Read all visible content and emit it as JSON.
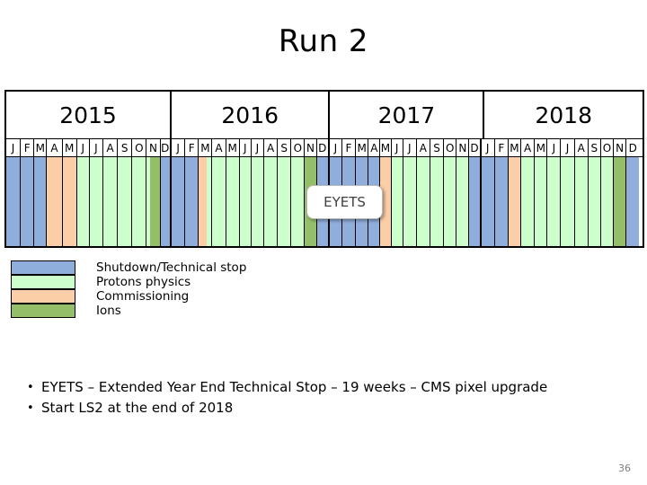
{
  "slide": {
    "title": "Run 2",
    "page_number": "36"
  },
  "timeline": {
    "years": [
      {
        "label": "2015",
        "width_pct": 26.0
      },
      {
        "label": "2016",
        "width_pct": 24.9
      },
      {
        "label": "2017",
        "width_pct": 24.3
      },
      {
        "label": "2018",
        "width_pct": 24.8
      }
    ],
    "months": [
      {
        "label": "J",
        "width_pct": 2.28
      },
      {
        "label": "F",
        "width_pct": 2.14
      },
      {
        "label": "M",
        "width_pct": 2.0
      },
      {
        "label": "A",
        "width_pct": 2.42
      },
      {
        "label": "M",
        "width_pct": 2.28
      },
      {
        "label": "J",
        "width_pct": 2.0
      },
      {
        "label": "J",
        "width_pct": 2.14
      },
      {
        "label": "A",
        "width_pct": 2.28
      },
      {
        "label": "S",
        "width_pct": 2.28
      },
      {
        "label": "O",
        "width_pct": 2.28
      },
      {
        "label": "N",
        "width_pct": 2.14
      },
      {
        "label": "D",
        "width_pct": 1.76
      },
      {
        "label": "J",
        "width_pct": 2.14
      },
      {
        "label": "F",
        "width_pct": 2.14
      },
      {
        "label": "M",
        "width_pct": 2.14
      },
      {
        "label": "A",
        "width_pct": 2.14
      },
      {
        "label": "M",
        "width_pct": 2.14
      },
      {
        "label": "J",
        "width_pct": 1.86
      },
      {
        "label": "J",
        "width_pct": 2.0
      },
      {
        "label": "A",
        "width_pct": 2.14
      },
      {
        "label": "S",
        "width_pct": 2.14
      },
      {
        "label": "O",
        "width_pct": 2.14
      },
      {
        "label": "N",
        "width_pct": 1.86
      },
      {
        "label": "D",
        "width_pct": 2.0
      },
      {
        "label": "J",
        "width_pct": 2.0
      },
      {
        "label": "F",
        "width_pct": 2.14
      },
      {
        "label": "M",
        "width_pct": 2.0
      },
      {
        "label": "A",
        "width_pct": 1.86
      },
      {
        "label": "M",
        "width_pct": 1.72
      },
      {
        "label": "J",
        "width_pct": 1.86
      },
      {
        "label": "J",
        "width_pct": 2.14
      },
      {
        "label": "A",
        "width_pct": 2.14
      },
      {
        "label": "S",
        "width_pct": 2.14
      },
      {
        "label": "O",
        "width_pct": 2.0
      },
      {
        "label": "N",
        "width_pct": 2.0
      },
      {
        "label": "D",
        "width_pct": 1.86
      },
      {
        "label": "J",
        "width_pct": 2.14
      },
      {
        "label": "F",
        "width_pct": 2.14
      },
      {
        "label": "M",
        "width_pct": 2.0
      },
      {
        "label": "A",
        "width_pct": 2.14
      },
      {
        "label": "M",
        "width_pct": 2.0
      },
      {
        "label": "J",
        "width_pct": 2.14
      },
      {
        "label": "J",
        "width_pct": 2.14
      },
      {
        "label": "A",
        "width_pct": 2.14
      },
      {
        "label": "S",
        "width_pct": 2.0
      },
      {
        "label": "O",
        "width_pct": 2.0
      },
      {
        "label": "N",
        "width_pct": 2.0
      },
      {
        "label": "D",
        "width_pct": 2.0
      }
    ],
    "bars": [
      {
        "month": "2015-J",
        "segments": [
          {
            "activity": "shutdown",
            "pct": 100
          }
        ]
      },
      {
        "month": "2015-F",
        "segments": [
          {
            "activity": "shutdown",
            "pct": 100
          }
        ]
      },
      {
        "month": "2015-M",
        "segments": [
          {
            "activity": "shutdown",
            "pct": 100
          }
        ]
      },
      {
        "month": "2015-A",
        "segments": [
          {
            "activity": "commissioning",
            "pct": 100
          }
        ]
      },
      {
        "month": "2015-M",
        "segments": [
          {
            "activity": "commissioning",
            "pct": 100
          }
        ]
      },
      {
        "month": "2015-J",
        "segments": [
          {
            "activity": "protons",
            "pct": 100
          }
        ]
      },
      {
        "month": "2015-J",
        "segments": [
          {
            "activity": "protons",
            "pct": 100
          }
        ]
      },
      {
        "month": "2015-A",
        "segments": [
          {
            "activity": "protons",
            "pct": 100
          }
        ]
      },
      {
        "month": "2015-S",
        "segments": [
          {
            "activity": "protons",
            "pct": 100
          }
        ]
      },
      {
        "month": "2015-O",
        "segments": [
          {
            "activity": "protons",
            "pct": 100
          }
        ]
      },
      {
        "month": "2015-N",
        "segments": [
          {
            "activity": "protons",
            "pct": 22
          },
          {
            "activity": "ions",
            "pct": 78
          }
        ]
      },
      {
        "month": "2015-D",
        "segments": [
          {
            "activity": "shutdown",
            "pct": 100
          }
        ]
      },
      {
        "month": "2016-J",
        "segments": [
          {
            "activity": "shutdown",
            "pct": 100
          }
        ]
      },
      {
        "month": "2016-F",
        "segments": [
          {
            "activity": "shutdown",
            "pct": 100
          }
        ]
      },
      {
        "month": "2016-M",
        "segments": [
          {
            "activity": "commissioning",
            "pct": 62
          },
          {
            "activity": "protons",
            "pct": 38
          }
        ]
      },
      {
        "month": "2016-A",
        "segments": [
          {
            "activity": "protons",
            "pct": 100
          }
        ]
      },
      {
        "month": "2016-M",
        "segments": [
          {
            "activity": "protons",
            "pct": 100
          }
        ]
      },
      {
        "month": "2016-J",
        "segments": [
          {
            "activity": "protons",
            "pct": 100
          }
        ]
      },
      {
        "month": "2016-J",
        "segments": [
          {
            "activity": "protons",
            "pct": 100
          }
        ]
      },
      {
        "month": "2016-A",
        "segments": [
          {
            "activity": "protons",
            "pct": 100
          }
        ]
      },
      {
        "month": "2016-S",
        "segments": [
          {
            "activity": "protons",
            "pct": 100
          }
        ]
      },
      {
        "month": "2016-O",
        "segments": [
          {
            "activity": "protons",
            "pct": 100
          }
        ]
      },
      {
        "month": "2016-N",
        "segments": [
          {
            "activity": "ions",
            "pct": 100
          }
        ]
      },
      {
        "month": "2016-D",
        "segments": [
          {
            "activity": "shutdown",
            "pct": 100
          }
        ]
      },
      {
        "month": "2017-J",
        "segments": [
          {
            "activity": "shutdown",
            "pct": 100
          }
        ]
      },
      {
        "month": "2017-F",
        "segments": [
          {
            "activity": "shutdown",
            "pct": 100
          }
        ]
      },
      {
        "month": "2017-M",
        "segments": [
          {
            "activity": "shutdown",
            "pct": 100
          }
        ]
      },
      {
        "month": "2017-A",
        "segments": [
          {
            "activity": "shutdown",
            "pct": 100
          }
        ]
      },
      {
        "month": "2017-M",
        "segments": [
          {
            "activity": "commissioning",
            "pct": 100
          }
        ]
      },
      {
        "month": "2017-J",
        "segments": [
          {
            "activity": "protons",
            "pct": 100
          }
        ]
      },
      {
        "month": "2017-J",
        "segments": [
          {
            "activity": "protons",
            "pct": 100
          }
        ]
      },
      {
        "month": "2017-A",
        "segments": [
          {
            "activity": "protons",
            "pct": 100
          }
        ]
      },
      {
        "month": "2017-S",
        "segments": [
          {
            "activity": "protons",
            "pct": 100
          }
        ]
      },
      {
        "month": "2017-O",
        "segments": [
          {
            "activity": "protons",
            "pct": 100
          }
        ]
      },
      {
        "month": "2017-N",
        "segments": [
          {
            "activity": "protons",
            "pct": 100
          }
        ]
      },
      {
        "month": "2017-D",
        "segments": [
          {
            "activity": "shutdown",
            "pct": 100
          }
        ]
      },
      {
        "month": "2018-J",
        "segments": [
          {
            "activity": "shutdown",
            "pct": 100
          }
        ]
      },
      {
        "month": "2018-F",
        "segments": [
          {
            "activity": "shutdown",
            "pct": 100
          }
        ]
      },
      {
        "month": "2018-M",
        "segments": [
          {
            "activity": "commissioning",
            "pct": 100
          }
        ]
      },
      {
        "month": "2018-A",
        "segments": [
          {
            "activity": "protons",
            "pct": 100
          }
        ]
      },
      {
        "month": "2018-M",
        "segments": [
          {
            "activity": "protons",
            "pct": 100
          }
        ]
      },
      {
        "month": "2018-J",
        "segments": [
          {
            "activity": "protons",
            "pct": 100
          }
        ]
      },
      {
        "month": "2018-J",
        "segments": [
          {
            "activity": "protons",
            "pct": 100
          }
        ]
      },
      {
        "month": "2018-A",
        "segments": [
          {
            "activity": "protons",
            "pct": 100
          }
        ]
      },
      {
        "month": "2018-S",
        "segments": [
          {
            "activity": "protons",
            "pct": 100
          }
        ]
      },
      {
        "month": "2018-O",
        "segments": [
          {
            "activity": "protons",
            "pct": 100
          }
        ]
      },
      {
        "month": "2018-N",
        "segments": [
          {
            "activity": "ions",
            "pct": 100
          }
        ]
      },
      {
        "month": "2018-D",
        "segments": [
          {
            "activity": "shutdown",
            "pct": 100
          }
        ]
      }
    ],
    "callout": {
      "label": "EYETS"
    }
  },
  "colors": {
    "shutdown": "#8FAEDC",
    "protons": "#CCFFCC",
    "commissioning": "#FBCEA8",
    "ions": "#95BE68"
  },
  "legend": [
    {
      "activity": "shutdown",
      "label": "Shutdown/Technical stop"
    },
    {
      "activity": "protons",
      "label": "Protons physics"
    },
    {
      "activity": "commissioning",
      "label": "Commissioning"
    },
    {
      "activity": "ions",
      "label": "Ions"
    }
  ],
  "bullets": [
    {
      "marker": "•",
      "text": "EYETS – Extended Year End Technical Stop – 19 weeks – CMS pixel upgrade"
    },
    {
      "marker": "•",
      "text": "Start LS2 at the end of 2018"
    }
  ]
}
